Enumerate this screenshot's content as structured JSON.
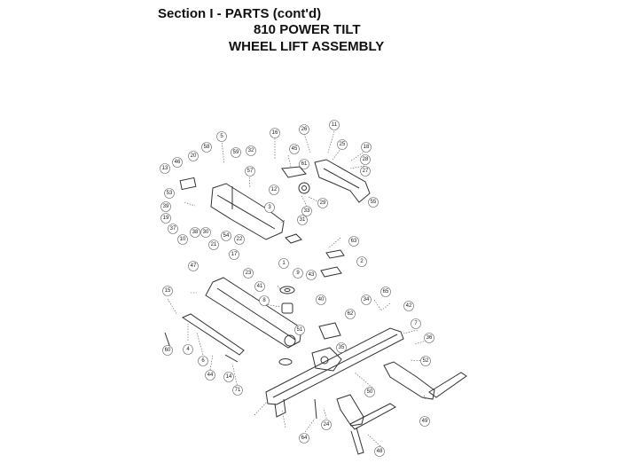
{
  "header": {
    "line1": "Section I - PARTS (cont'd)",
    "line2": "810 POWER TILT",
    "line3": "WHEEL LIFT ASSEMBLY"
  },
  "callouts": [
    "11",
    "16",
    "26",
    "25",
    "18",
    "28",
    "27",
    "5",
    "58",
    "59",
    "32",
    "45",
    "61",
    "20",
    "46",
    "13",
    "57",
    "55",
    "53",
    "12",
    "29",
    "39",
    "3",
    "33",
    "31",
    "19",
    "37",
    "38",
    "10",
    "30",
    "21",
    "22",
    "54",
    "17",
    "63",
    "23",
    "1",
    "9",
    "43",
    "2",
    "47",
    "41",
    "15",
    "8",
    "40",
    "34",
    "65",
    "42",
    "62",
    "51",
    "35",
    "36",
    "52",
    "60",
    "4",
    "6",
    "44",
    "14",
    "71",
    "50",
    "49",
    "24",
    "64",
    "48",
    "7"
  ]
}
